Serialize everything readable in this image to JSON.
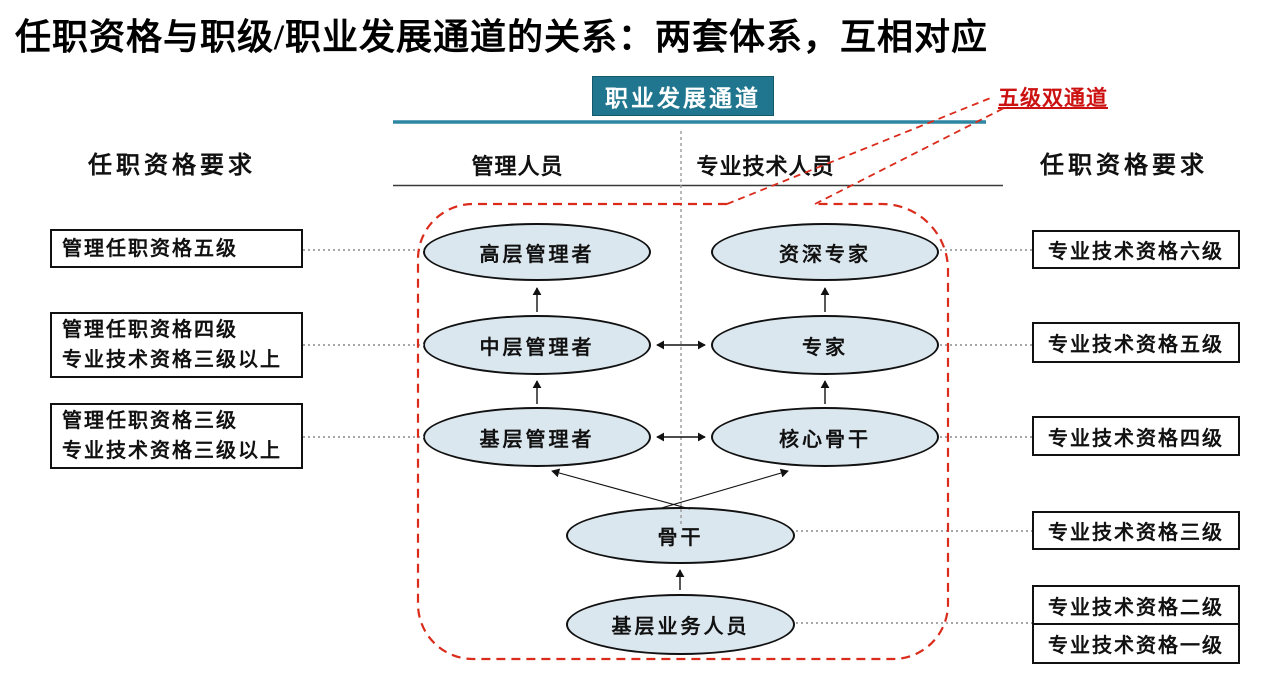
{
  "title": "任职资格与职级/职业发展通道的关系：两套体系，互相对应",
  "header": {
    "channel_title": "职业发展通道",
    "callout_label": "五级双通道",
    "left_requirements": "任职资格要求",
    "right_requirements": "任职资格要求",
    "management_column": "管理人员",
    "professional_column": "专业技术人员"
  },
  "management_requirement_boxes": [
    {
      "lines": [
        "管理任职资格五级"
      ]
    },
    {
      "lines": [
        "管理任职资格四级",
        "专业技术资格三级以上"
      ]
    },
    {
      "lines": [
        "管理任职资格三级",
        "专业技术资格三级以上"
      ]
    }
  ],
  "nodes": {
    "senior_manager": "高层管理者",
    "middle_manager": "中层管理者",
    "frontline_manager": "基层管理者",
    "senior_expert": "资深专家",
    "expert": "专家",
    "core_backbone": "核心骨干",
    "backbone": "骨干",
    "entry_staff": "基层业务人员"
  },
  "professional_requirement_boxes": [
    "专业技术资格六级",
    "专业技术资格五级",
    "专业技术资格四级",
    "专业技术资格三级",
    "专业技术资格二级",
    "专业技术资格一级"
  ],
  "colors": {
    "channel_header_bg": "#20768e",
    "channel_line": "#2e86a3",
    "callout_red": "#cc1111",
    "dashed_red": "#da2b1b",
    "node_fill": "#dbe7ef",
    "connector_gray": "#8a8a8a"
  }
}
